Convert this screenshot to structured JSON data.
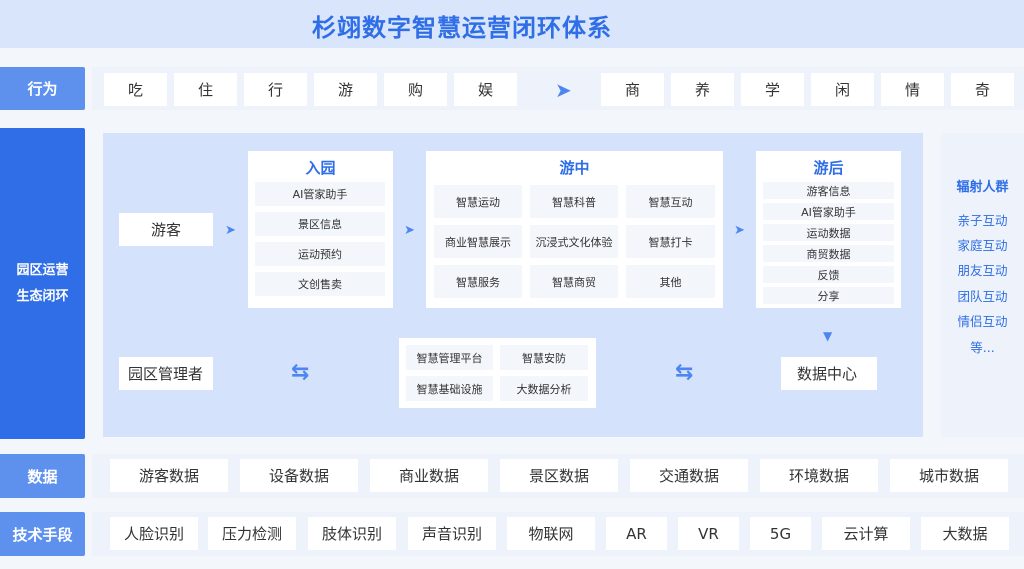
{
  "title": "杉翊数字智慧运营闭环体系",
  "labels": {
    "behavior": "行为",
    "ops_line1": "园区运营",
    "ops_line2": "生态闭环",
    "data": "数据",
    "tech": "技术手段"
  },
  "behavior_row": {
    "left": [
      "吃",
      "住",
      "行",
      "游",
      "购",
      "娱"
    ],
    "right": [
      "商",
      "养",
      "学",
      "闲",
      "情",
      "奇"
    ]
  },
  "flow": {
    "visitor": "游客",
    "before": {
      "title": "入园",
      "items": [
        "AI管家助手",
        "景区信息",
        "运动预约",
        "文创售卖"
      ]
    },
    "during": {
      "title": "游中",
      "items": [
        "智慧运动",
        "智慧科普",
        "智慧互动",
        "商业智慧展示",
        "沉浸式文化体验",
        "智慧打卡",
        "智慧服务",
        "智慧商贸",
        "其他"
      ]
    },
    "after": {
      "title": "游后",
      "items": [
        "游客信息",
        "AI管家助手",
        "运动数据",
        "商贸数据",
        "反馈",
        "分享"
      ]
    },
    "manager": "园区管理者",
    "platform": [
      "智慧管理平台",
      "智慧安防",
      "智慧基础设施",
      "大数据分析"
    ],
    "data_center": "数据中心"
  },
  "radiate": {
    "title": "辐射人群",
    "items": [
      "亲子互动",
      "家庭互动",
      "朋友互动",
      "团队互动",
      "情侣互动",
      "等..."
    ]
  },
  "data_row": [
    "游客数据",
    "设备数据",
    "商业数据",
    "景区数据",
    "交通数据",
    "环境数据",
    "城市数据"
  ],
  "tech_row": [
    "人脸识别",
    "压力检测",
    "肢体识别",
    "声音识别",
    "物联网",
    "AR",
    "VR",
    "5G",
    "云计算",
    "大数据"
  ],
  "colors": {
    "accent": "#2f6ee6",
    "panel": "#d4e3fb",
    "band": "#d8e5fb"
  }
}
